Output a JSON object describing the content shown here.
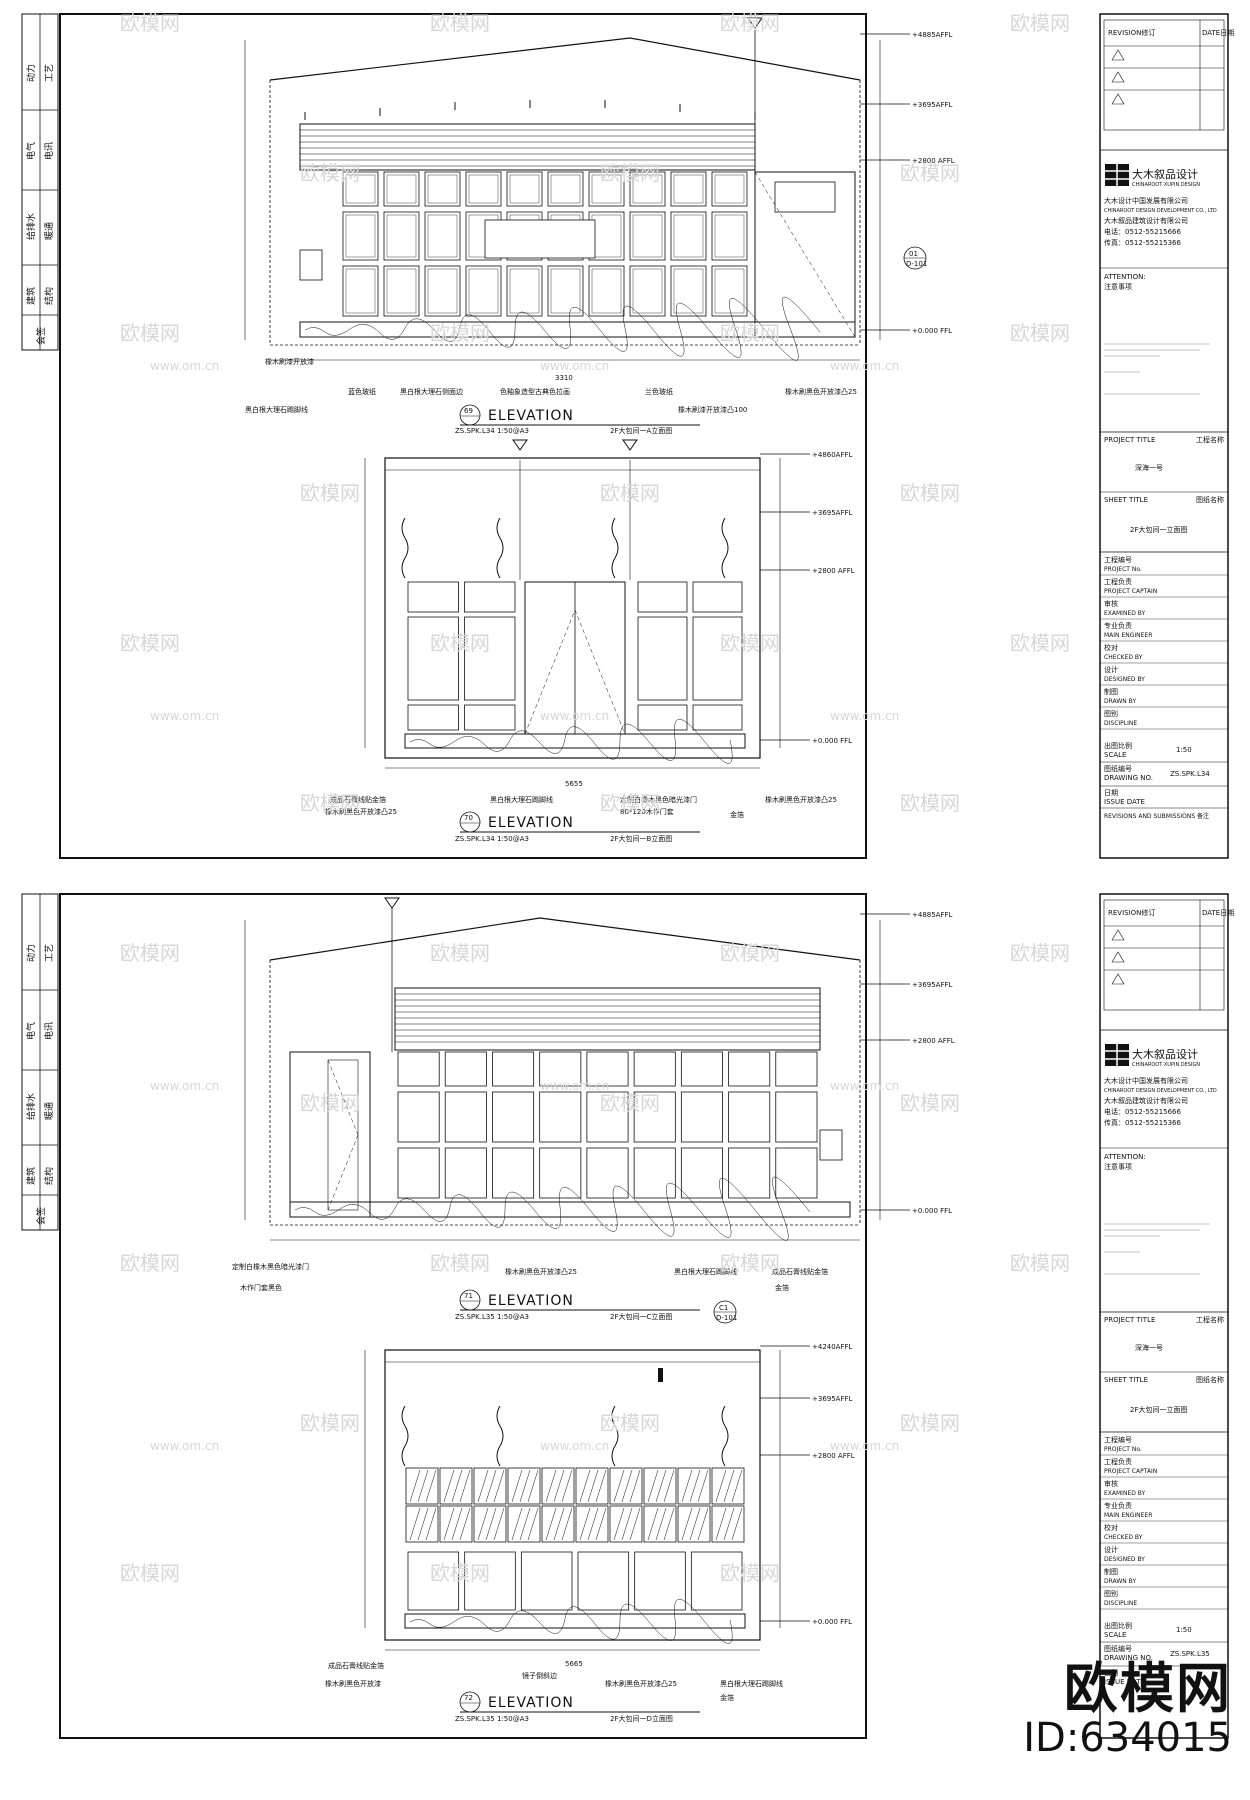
{
  "left_strip": [
    "动力",
    "工艺",
    "电气",
    "电讯",
    "给排水",
    "暖通",
    "建筑",
    "结构",
    "会签"
  ],
  "title_block": {
    "revision_label": "REVISION修订",
    "date_label": "DATE日期",
    "company_logo_text": "大木叙品设计",
    "company_logo_en": "CHINAROOT XUPIN DESIGN",
    "company_cn": "大木设计中国发展有限公司",
    "company_en": "CHINAROOT DESIGN DEVELOPMENT CO., LTD",
    "company_cn2": "大木叙品建筑设计有限公司",
    "tel": "电话：0512-55215666",
    "fax": "传真：0512-55215366",
    "attention_en": "ATTENTION:",
    "attention_cn": "注意事项",
    "project_title_label": "PROJECT TITLE",
    "project_title_cn": "工程名称",
    "project_name": "深海一号",
    "sheet_title_label": "SHEET TITLE",
    "sheet_title_cn": "图纸名称",
    "sheet_title_value": "2F大包间一立面图",
    "rows": [
      {
        "cn": "工程编号",
        "en": "PROJECT No."
      },
      {
        "cn": "工程负责",
        "en": "PROJECT CAPTAIN"
      },
      {
        "cn": "审核",
        "en": "EXAMINED BY"
      },
      {
        "cn": "专业负责",
        "en": "MAIN ENGINEER"
      },
      {
        "cn": "校对",
        "en": "CHECKED BY"
      },
      {
        "cn": "设计",
        "en": "DESIGNED BY"
      },
      {
        "cn": "制图",
        "en": "DRAWN BY"
      },
      {
        "cn": "图别",
        "en": "DISCIPLINE"
      }
    ],
    "scale_cn": "出图比例",
    "scale_en": "SCALE",
    "scale_value": "1:50",
    "drawing_no_cn": "图纸编号",
    "drawing_no_en": "DRAWING NO.",
    "date_cn": "日期",
    "date_en": "ISSUE DATE",
    "revisions_label": "REVISIONS AND SUBMISSIONS 备注"
  },
  "sheets": [
    {
      "drawing_no": "ZS.SPK.L34",
      "views": [
        {
          "number": "69",
          "label": "ELEVATION",
          "scale": "ZS.SPK.L34 1:50@A3",
          "caption": "2F大包间一A立面图",
          "levels": [
            "+4885AFFL",
            "+3695AFFL",
            "+2800 AFFL",
            "+0.000 FFL"
          ],
          "total_dim": "3310",
          "notes": [
            "橡木刷漆开放漆",
            "蓝色玻纸",
            "黑白根大理石踢脚线",
            "黑白根大理石侧面边",
            "色釉象造型古典色拉画",
            "兰色玻纸",
            "橡木刷黑色开放漆凸25",
            "橡木刷漆开放漆凸100"
          ],
          "callout": "01 D-101"
        },
        {
          "number": "70",
          "label": "ELEVATION",
          "scale": "ZS.SPK.L34 1:50@A3",
          "caption": "2F大包间一B立面图",
          "levels": [
            "+4860AFFL",
            "+3695AFFL",
            "+2800 AFFL",
            "+0.000 FFL"
          ],
          "total_dim": "5655",
          "notes": [
            "成品石膏线贴金箔",
            "橡木刷黑色开放漆凸25",
            "黑白根大理石踢脚线",
            "定制白橡木黑色暗光漆门",
            "80*120木作门套",
            "橡木刷黑色开放漆凸25",
            "金箔"
          ],
          "callout": ""
        }
      ]
    },
    {
      "drawing_no": "ZS.SPK.L35",
      "views": [
        {
          "number": "71",
          "label": "ELEVATION",
          "scale": "ZS.SPK.L35 1:50@A3",
          "caption": "2F大包间一C立面图",
          "levels": [
            "+4885AFFL",
            "+3695AFFL",
            "+2800 AFFL",
            "+0.000 FFL"
          ],
          "total_dim": "",
          "notes": [
            "定制白橡木黑色暗光漆门",
            "木作门套黑色",
            "橡木刷黑色开放漆凸25",
            "黑白根大理石踢脚线",
            "成品石膏线贴金箔",
            "金箔"
          ],
          "callout": "C1 D-101"
        },
        {
          "number": "72",
          "label": "ELEVATION",
          "scale": "ZS.SPK.L35 1:50@A3",
          "caption": "2F大包间一D立面图",
          "levels": [
            "+4240AFFL",
            "+3695AFFL",
            "+2800 AFFL",
            "+0.000 FFL"
          ],
          "total_dim": "5665",
          "notes": [
            "成品石膏线贴金箔",
            "橡木刷黑色开放漆",
            "镜子倒斜边",
            "橡木刷黑色开放漆凸25",
            "黑白根大理石踢脚线",
            "金箔"
          ],
          "callout": ""
        }
      ]
    }
  ],
  "watermark": {
    "text": "欧模网",
    "url": "www.om.cn",
    "brand": "欧模网",
    "id": "ID:634015"
  }
}
